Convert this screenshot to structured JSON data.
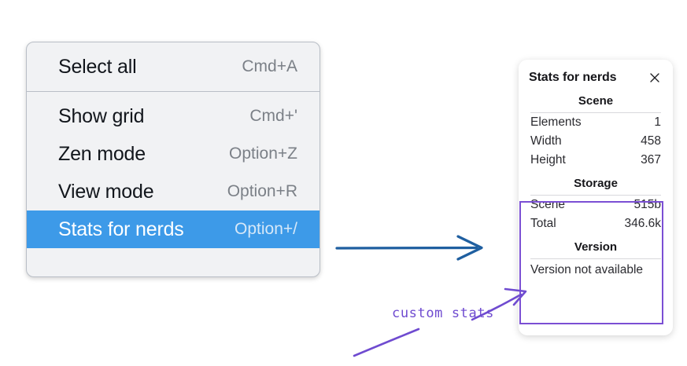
{
  "menu": {
    "groups": [
      {
        "items": [
          {
            "label": "Select all",
            "shortcut": "Cmd+A",
            "selected": false
          }
        ]
      },
      {
        "items": [
          {
            "label": "Show grid",
            "shortcut": "Cmd+'",
            "selected": false
          },
          {
            "label": "Zen mode",
            "shortcut": "Option+Z",
            "selected": false
          },
          {
            "label": "View mode",
            "shortcut": "Option+R",
            "selected": false
          },
          {
            "label": "Stats for nerds",
            "shortcut": "Option+/",
            "selected": true
          }
        ]
      }
    ],
    "highlight_color": "#3d9ae8"
  },
  "stats_panel": {
    "title": "Stats for nerds",
    "close_icon": "close-icon",
    "sections": [
      {
        "heading": "Scene",
        "rows": [
          {
            "label": "Elements",
            "value": "1"
          },
          {
            "label": "Width",
            "value": "458"
          },
          {
            "label": "Height",
            "value": "367"
          }
        ]
      },
      {
        "heading": "Storage",
        "rows": [
          {
            "label": "Scene",
            "value": "515b"
          },
          {
            "label": "Total",
            "value": "346.6k"
          }
        ]
      },
      {
        "heading": "Version",
        "text": "Version not available"
      }
    ],
    "highlight_border_color": "#7b4fd4"
  },
  "annotations": {
    "flow_arrow": {
      "name": "flow-arrow",
      "color": "#1f5fa0"
    },
    "callout": {
      "text": "custom stats",
      "color": "#6f4bd0"
    }
  }
}
